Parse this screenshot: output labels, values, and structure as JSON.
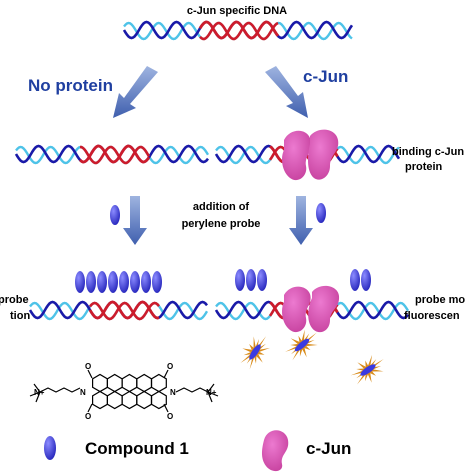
{
  "labels": {
    "top": "c-Jun specific DNA",
    "no_protein": "No protein",
    "cjun_branch": "c-Jun",
    "binding_line1": "binding c-Jun",
    "binding_line2": "protein",
    "addition_line1": "addition of",
    "addition_line2": "perylene probe",
    "probe_left_line1": "probe",
    "probe_left_line2": "tion",
    "probe_right_line1": "probe mo",
    "probe_right_line2": "fluorescen",
    "legend_compound": "Compound 1",
    "legend_cjun": "c-Jun"
  },
  "chem": {
    "o": "O",
    "n": "N",
    "nplus": "N+"
  },
  "colors": {
    "strand_blue": "#1a1aa8",
    "strand_light": "#4ec3e8",
    "strand_red": "#cc1c2c",
    "arrow": "#5f7fc0",
    "probe_fill": "#3a3ae0",
    "protein": "#d64bb0",
    "starburst": "#d98c1c",
    "text_blue": "#1f3fa0"
  },
  "icons": [
    "arrow-down-icon",
    "probe-ellipse-icon",
    "cjun-protein-icon",
    "fluorescence-starburst-icon"
  ]
}
